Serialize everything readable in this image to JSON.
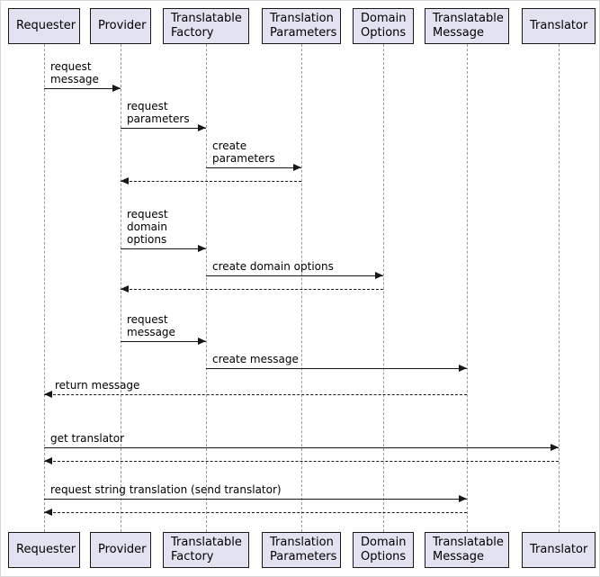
{
  "diagram": {
    "type": "uml-sequence-diagram",
    "colors": {
      "participant_fill": "#E2E2F0",
      "participant_border": "#181818",
      "lifeline": "#9A9A9A",
      "arrow": "#181818",
      "background": "#FFFFFF"
    },
    "participants": [
      {
        "label": "Requester"
      },
      {
        "label": "Provider"
      },
      {
        "label": "Translatable\nFactory"
      },
      {
        "label": "Translation\nParameters"
      },
      {
        "label": "Domain\nOptions"
      },
      {
        "label": "Translatable\nMessage"
      },
      {
        "label": "Translator"
      }
    ],
    "messages": [
      {
        "from": "Requester",
        "to": "Provider",
        "label": "request\nmessage",
        "style": "solid"
      },
      {
        "from": "Provider",
        "to": "Translatable Factory",
        "label": "request\nparameters",
        "style": "solid"
      },
      {
        "from": "Translatable Factory",
        "to": "Translation Parameters",
        "label": "create\nparameters",
        "style": "solid"
      },
      {
        "from": "Translation Parameters",
        "to": "Provider",
        "label": "",
        "style": "dashed-return"
      },
      {
        "from": "Provider",
        "to": "Translatable Factory",
        "label": "request\ndomain\noptions",
        "style": "solid"
      },
      {
        "from": "Translatable Factory",
        "to": "Domain Options",
        "label": "create domain options",
        "style": "solid"
      },
      {
        "from": "Domain Options",
        "to": "Provider",
        "label": "",
        "style": "dashed-return"
      },
      {
        "from": "Provider",
        "to": "Translatable Factory",
        "label": "request\nmessage",
        "style": "solid"
      },
      {
        "from": "Translatable Factory",
        "to": "Translatable Message",
        "label": "create message",
        "style": "solid"
      },
      {
        "from": "Translatable Message",
        "to": "Requester",
        "label": "return message",
        "style": "dashed-return"
      },
      {
        "from": "Requester",
        "to": "Translator",
        "label": "get translator",
        "style": "solid"
      },
      {
        "from": "Translator",
        "to": "Requester",
        "label": "",
        "style": "dashed-return"
      },
      {
        "from": "Requester",
        "to": "Translatable Message",
        "label": "request string translation (send translator)",
        "style": "solid"
      },
      {
        "from": "Translatable Message",
        "to": "Requester",
        "label": "",
        "style": "dashed-return"
      }
    ]
  }
}
